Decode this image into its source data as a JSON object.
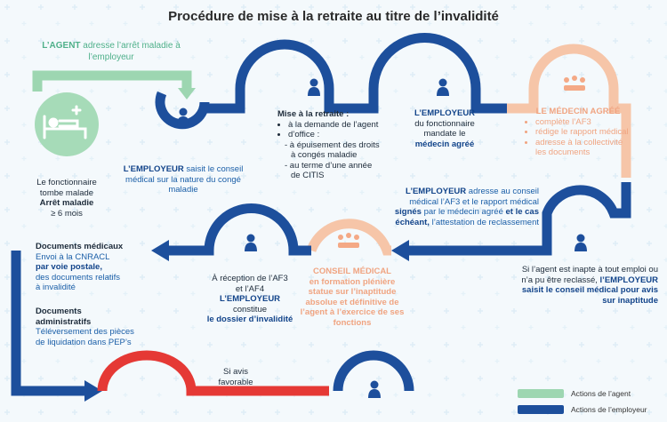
{
  "title": "Procédure de mise à la retraite au titre de l’invalidité",
  "colors": {
    "employer": "#1d4f9c",
    "agent": "#9dd6b1",
    "medical": "#f6c5a8",
    "red": "#e53935",
    "blue_text": "#1b5fa8"
  },
  "icons": {
    "patient": "patient-bed-icon",
    "employer": "person-icon",
    "committee": "group-meeting-icon"
  },
  "steps": {
    "agent": {
      "strong": "L’AGENT",
      "text": " adresse l’arrêt maladie à l’employeur"
    },
    "sick": {
      "line1": "Le fonctionnaire",
      "line2": "tombe malade",
      "strong": "Arrêt maladie",
      "line4": "≥ 6 mois"
    },
    "employer_seize": {
      "strong": "L’EMPLOYEUR",
      "text": " saisit le conseil médical sur la nature du congé maladie"
    },
    "retirement": {
      "heading": "Mise à la retraite :",
      "item1": "à la demande de l’agent",
      "item2": "d’office :",
      "sub1": "- à épuisement des droits",
      "sub1b": "  à congés maladie",
      "sub2": "- au terme d’une année",
      "sub2b": "  de CITIS"
    },
    "employer_mandate": {
      "strong": "L’EMPLOYEUR",
      "line2": "du fonctionnaire",
      "line3": "mandate le",
      "strong2": "médecin agréé"
    },
    "doctor": {
      "heading": "LE MÉDECIN AGRÉÉ",
      "item1": "complète l’AF3",
      "item2": "rédige le rapport médical",
      "item3": "adresse à la collectivité les documents"
    },
    "employer_send": {
      "strong": "L’EMPLOYEUR",
      "text1": " adresse au conseil médical l’AF3 et le rapport médical ",
      "strong2": "signés",
      "text2": " par le médecin agréé ",
      "strong3": "et le cas échéant,",
      "text3": " l’attestation de reclassement"
    },
    "inapt": {
      "text": "Si l’agent est inapte à tout emploi ou n’a pu être reclassé,",
      "strong": "l’EMPLOYEUR saisit le conseil médical pour avis sur inaptitude"
    },
    "council": {
      "heading": "CONSEIL MÉDICAL",
      "line2": "en formation plénière",
      "text": "statue sur l’inaptitude absolue et définitive de l’agent à l’exercice de ses fonctions"
    },
    "dossier": {
      "line1": "À réception de l’AF3",
      "line2": "et l’AF4",
      "strong": "L’EMPLOYEUR",
      "line4": "constitue",
      "strong2": "le dossier d’invalidité"
    },
    "docs_med": {
      "heading": "Documents médicaux",
      "line1": "Envoi à la CNRACL",
      "strong": "par voie postale,",
      "line3": "des documents relatifs",
      "line4": "à invalidité"
    },
    "docs_admin": {
      "heading1": "Documents",
      "heading2": "administratifs",
      "line1": "Téléversement des pièces",
      "line2": "de liquidation dans PEP’s"
    },
    "favorable": {
      "line1": "Si avis",
      "line2": "favorable"
    }
  },
  "legend": {
    "agent": "Actions de l’agent",
    "employer": "Actions de l’employeur"
  }
}
